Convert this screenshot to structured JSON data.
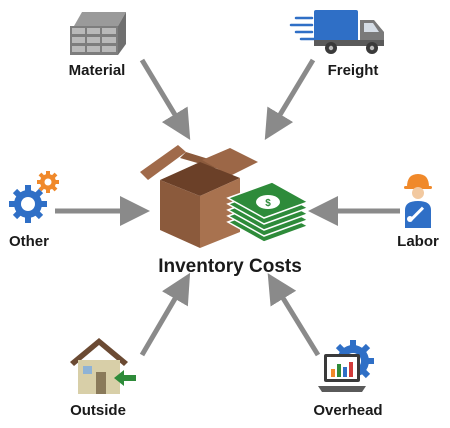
{
  "diagram": {
    "center": {
      "label": "Inventory Costs",
      "icon": "box-and-money-icon"
    },
    "nodes": [
      {
        "id": "material",
        "label": "Material",
        "icon": "material-stack-icon"
      },
      {
        "id": "freight",
        "label": "Freight",
        "icon": "delivery-truck-icon"
      },
      {
        "id": "other",
        "label": "Other",
        "icon": "gears-icon"
      },
      {
        "id": "labor",
        "label": "Labor",
        "icon": "worker-icon"
      },
      {
        "id": "outside",
        "label": "Outside",
        "icon": "house-arrow-icon"
      },
      {
        "id": "overhead",
        "label": "Overhead",
        "icon": "computer-gear-icon"
      }
    ],
    "colors": {
      "arrow": "#8a8a8a",
      "box": "#8b5a3c",
      "money": "#2e8b3a",
      "blue": "#2f6fc6",
      "orange": "#f0892a",
      "text": "#1a1a1a"
    }
  }
}
